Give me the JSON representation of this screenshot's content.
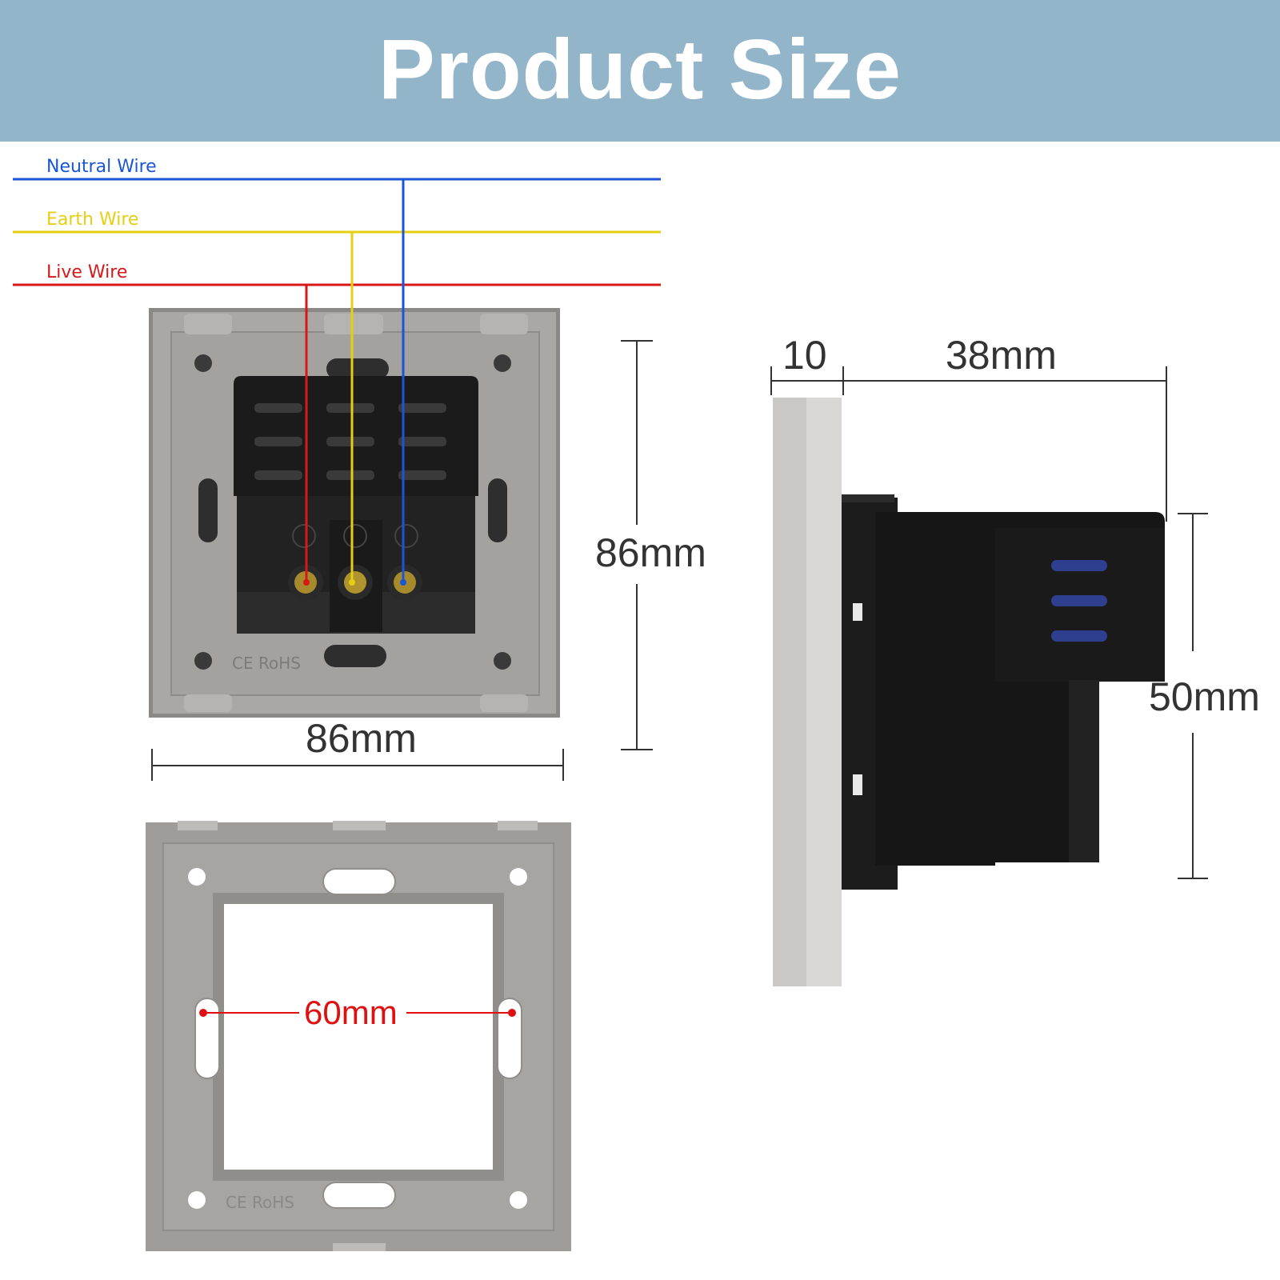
{
  "header": {
    "title": "Product Size"
  },
  "wires": {
    "neutral": {
      "label": "Neutral Wire",
      "color": "#1a55d6"
    },
    "earth": {
      "label": "Earth Wire",
      "color": "#e5cf12"
    },
    "live": {
      "label": "Live Wire",
      "color": "#d81818"
    }
  },
  "dimensions": {
    "front_width": "86mm",
    "front_height": "86mm",
    "frame_thickness": "10",
    "body_depth": "38mm",
    "body_height": "50mm",
    "mount_hole_spacing": "60mm"
  },
  "colors": {
    "banner": "#93b5c9",
    "panel_grey": "#a2a19d",
    "frame_grey": "#9c9b97",
    "module_black": "#161616",
    "dimension_red": "#e01010"
  }
}
